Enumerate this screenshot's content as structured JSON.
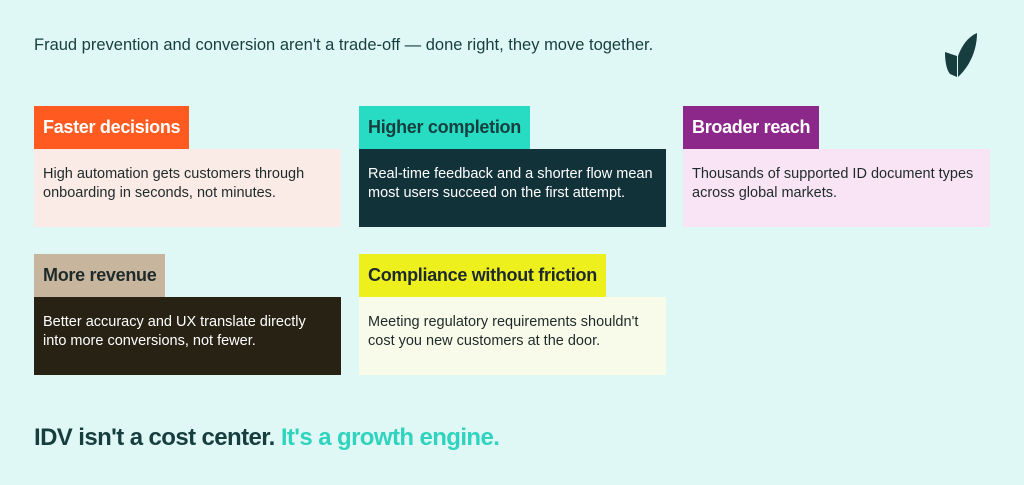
{
  "intro": "Fraud prevention and conversion aren't a trade-off — done right, they move together.",
  "logo": {
    "icon": "leaf-logo-icon",
    "color": "#173e3f"
  },
  "cards": [
    {
      "title": "Faster decisions",
      "text": "High automation gets customers through onboarding in seconds, not minutes.",
      "tag_bg": "#ff5a1f",
      "tag_fg": "#ffffff",
      "body_bg": "#fbebe6",
      "body_fg": "#1e2a2a"
    },
    {
      "title": "Higher completion",
      "text": "Real-time feedback and a shorter flow mean most users succeed on the first attempt.",
      "tag_bg": "#27dcc3",
      "tag_fg": "#173e3f",
      "body_bg": "#12323a",
      "body_fg": "#ffffff"
    },
    {
      "title": "Broader reach",
      "text": "Thousands of supported ID document types across global markets.",
      "tag_bg": "#8b2889",
      "tag_fg": "#ffffff",
      "body_bg": "#f9e4f6",
      "body_fg": "#1e2a2a"
    },
    {
      "title": "More revenue",
      "text": "Better accuracy and UX translate directly into more conversions, not fewer.",
      "tag_bg": "#c8b59e",
      "tag_fg": "#1e2a2a",
      "body_bg": "#272213",
      "body_fg": "#ffffff"
    },
    {
      "title": "Compliance without friction",
      "text": "Meeting regulatory requirements shouldn't cost you new customers at the door.",
      "tag_bg": "#eef01e",
      "tag_fg": "#1e2a2a",
      "body_bg": "#f8fbe9",
      "body_fg": "#1e2a2a"
    }
  ],
  "tagline": {
    "main": "IDV isn't a cost center.",
    "accent": "It's a growth engine."
  }
}
